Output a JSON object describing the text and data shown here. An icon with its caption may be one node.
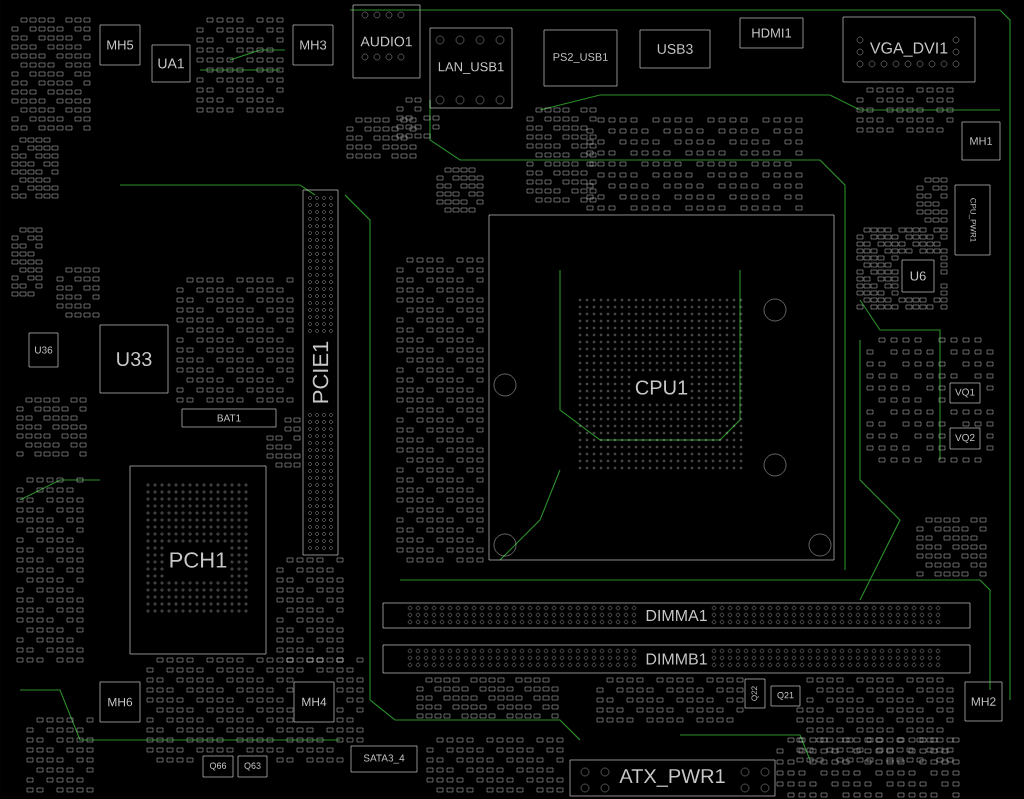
{
  "diagram": {
    "nodes": [
      {
        "text": [
          "MH5"
        ]
      },
      {
        "text": [
          "UA1"
        ]
      },
      {
        "text": [
          "MH3"
        ]
      },
      {
        "text": [
          "AUDIO1"
        ]
      },
      {
        "text": [
          "LAN_USB1"
        ]
      },
      {
        "text": [
          "PS2_USB1"
        ]
      },
      {
        "text": [
          "USB3"
        ]
      },
      {
        "text": [
          "HDMI1"
        ]
      },
      {
        "text": [
          "VGA_DVI1"
        ]
      },
      {
        "text": [
          "MH1"
        ]
      },
      {
        "text": [
          "CPU_PWR1"
        ]
      },
      {
        "text": [
          "U6"
        ]
      },
      {
        "text": [
          "PCIE1"
        ]
      },
      {
        "text": [
          "U36"
        ]
      },
      {
        "text": [
          "U33"
        ]
      },
      {
        "text": [
          "BAT1"
        ]
      },
      {
        "text": [
          "PCH1"
        ]
      },
      {
        "text": [
          "CPU1"
        ]
      },
      {
        "text": [
          "VQ1"
        ]
      },
      {
        "text": [
          "VQ2"
        ]
      },
      {
        "text": [
          "DIMMA1"
        ]
      },
      {
        "text": [
          "DIMMB1"
        ]
      },
      {
        "text": [
          "MH6"
        ]
      },
      {
        "text": [
          "MH4"
        ]
      },
      {
        "text": [
          "SATA3_4"
        ]
      },
      {
        "text": [
          "Q66"
        ]
      },
      {
        "text": [
          "Q63"
        ]
      },
      {
        "text": [
          "ATX_PWR1"
        ]
      },
      {
        "text": [
          "Q22"
        ]
      },
      {
        "text": [
          "Q21"
        ]
      },
      {
        "text": [
          "MH2"
        ]
      }
    ]
  }
}
